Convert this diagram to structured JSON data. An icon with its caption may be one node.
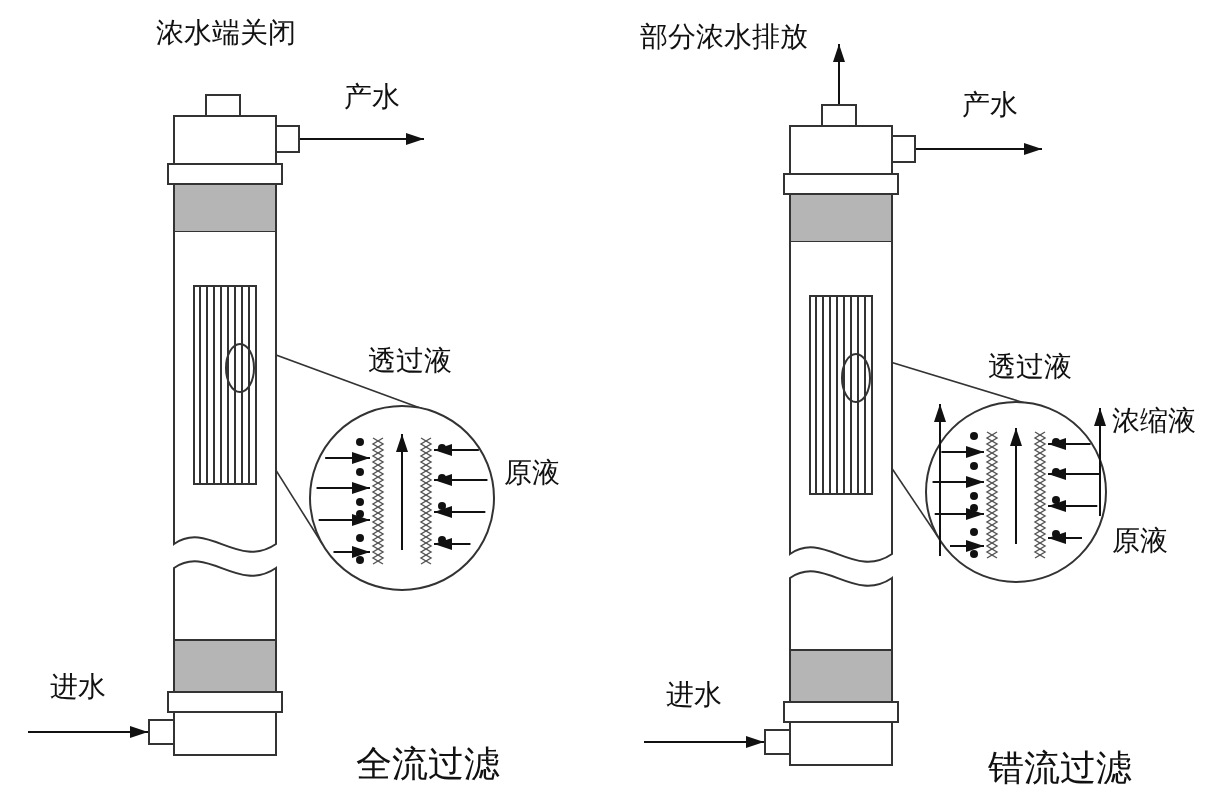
{
  "diagram": {
    "nodes": [
      {
        "text": [],
        "shape": "cylinder"
      },
      {
        "text": [],
        "shape": "cylinder"
      }
    ],
    "edges": [
      {
        "from": null,
        "to": 0,
        "arrow": "to",
        "label": "进水"
      },
      {
        "from": 0,
        "to": null,
        "arrow": "to",
        "label": "产水"
      },
      {
        "from": null,
        "to": 1,
        "arrow": "to",
        "label": "进水"
      },
      {
        "from": 1,
        "to": null,
        "arrow": "to",
        "label": "产水"
      },
      {
        "from": 1,
        "to": null,
        "arrow": "to",
        "label": "部分浓水排放"
      }
    ],
    "labels": [
      "浓水端关闭",
      "透过液",
      "原液",
      "全流过滤",
      "透过液",
      "浓缩液",
      "原液",
      "错流过滤"
    ]
  }
}
